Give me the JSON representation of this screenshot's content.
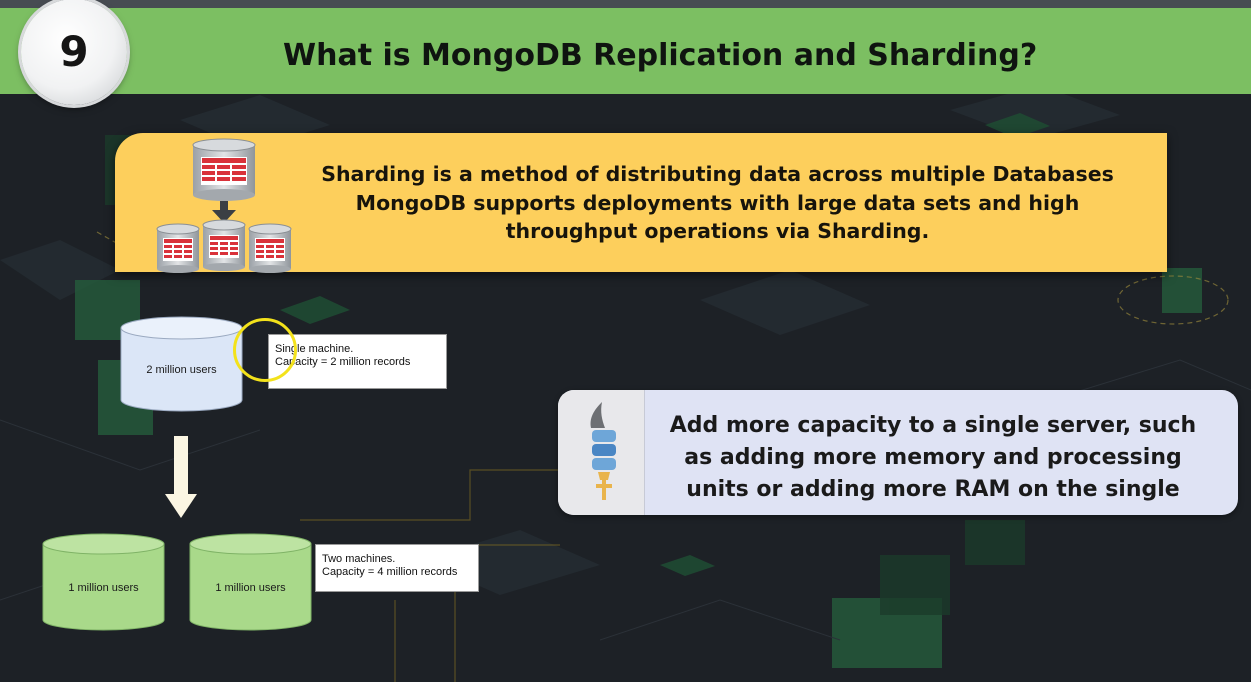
{
  "slide": {
    "number": "9",
    "title": "What is MongoDB Replication and Sharding?"
  },
  "sharding_card": {
    "text": "Sharding is a method of distributing data across multiple Databases MongoDB supports deployments with large data sets and high throughput operations via Sharding.",
    "icon": "database-sharding-icon"
  },
  "diagram": {
    "single_db_label": "2 million users",
    "single_note_line1": "Single machine.",
    "single_note_line2": "Capacity = 2 million records",
    "shard1_label": "1 million users",
    "shard2_label": "1 million users",
    "two_note_line1": "Two machines.",
    "two_note_line2": "Capacity = 4 million records"
  },
  "vertical_scaling_card": {
    "text": "Add more capacity to a single server, such as adding more memory and processing units or adding more RAM on the single server",
    "icon": "server-stack-icon"
  },
  "colors": {
    "header_green": "#7cbf62",
    "card_yellow": "#fdcf5c",
    "card_blue": "#dfe3f4",
    "background": "#1d2126"
  }
}
